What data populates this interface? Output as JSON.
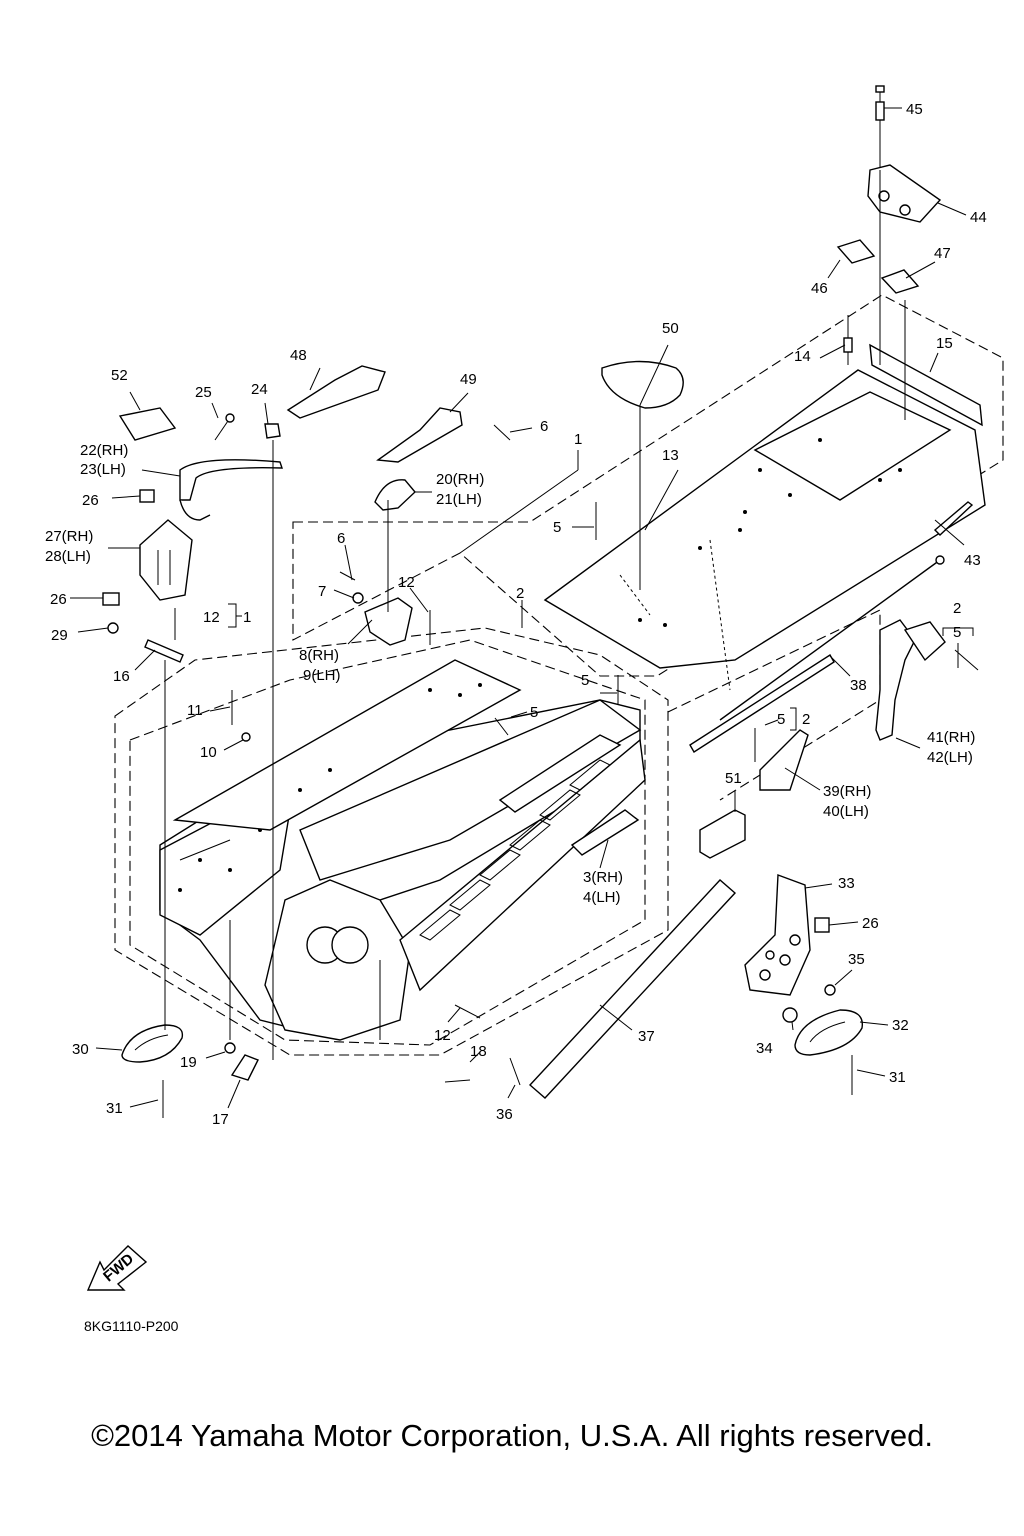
{
  "diagram": {
    "callouts": [
      {
        "id": "c45",
        "text": "45"
      },
      {
        "id": "c44",
        "text": "44"
      },
      {
        "id": "c47",
        "text": "47"
      },
      {
        "id": "c46",
        "text": "46"
      },
      {
        "id": "c50",
        "text": "50"
      },
      {
        "id": "c15",
        "text": "15"
      },
      {
        "id": "c14",
        "text": "14"
      },
      {
        "id": "c48",
        "text": "48"
      },
      {
        "id": "c52",
        "text": "52"
      },
      {
        "id": "c49",
        "text": "49"
      },
      {
        "id": "c25",
        "text": "25"
      },
      {
        "id": "c24",
        "text": "24"
      },
      {
        "id": "c6a",
        "text": "6"
      },
      {
        "id": "c1a",
        "text": "1"
      },
      {
        "id": "c13",
        "text": "13"
      },
      {
        "id": "c22",
        "text": "22(RH)"
      },
      {
        "id": "c23",
        "text": "23(LH)"
      },
      {
        "id": "c20",
        "text": "20(RH)"
      },
      {
        "id": "c21",
        "text": "21(LH)"
      },
      {
        "id": "c26a",
        "text": "26"
      },
      {
        "id": "c5a",
        "text": "5"
      },
      {
        "id": "c43",
        "text": "43"
      },
      {
        "id": "c27",
        "text": "27(RH)"
      },
      {
        "id": "c28",
        "text": "28(LH)"
      },
      {
        "id": "c6b",
        "text": "6"
      },
      {
        "id": "c7",
        "text": "7"
      },
      {
        "id": "c12a",
        "text": "12"
      },
      {
        "id": "c26b",
        "text": "26"
      },
      {
        "id": "c2a",
        "text": "2"
      },
      {
        "id": "c2b",
        "text": "2"
      },
      {
        "id": "c5b",
        "text": "5"
      },
      {
        "id": "c12b",
        "text": "12"
      },
      {
        "id": "c1b",
        "text": "1"
      },
      {
        "id": "c29",
        "text": "29"
      },
      {
        "id": "c8",
        "text": "8(RH)"
      },
      {
        "id": "c9",
        "text": "9(LH)"
      },
      {
        "id": "c16",
        "text": "16"
      },
      {
        "id": "c5c",
        "text": "5"
      },
      {
        "id": "c38",
        "text": "38"
      },
      {
        "id": "c11",
        "text": "11"
      },
      {
        "id": "c5d",
        "text": "5"
      },
      {
        "id": "c5e",
        "text": "5"
      },
      {
        "id": "c2c",
        "text": "2"
      },
      {
        "id": "c41",
        "text": "41(RH)"
      },
      {
        "id": "c42",
        "text": "42(LH)"
      },
      {
        "id": "c10",
        "text": "10"
      },
      {
        "id": "c51",
        "text": "51"
      },
      {
        "id": "c39",
        "text": "39(RH)"
      },
      {
        "id": "c40",
        "text": "40(LH)"
      },
      {
        "id": "c3",
        "text": "3(RH)"
      },
      {
        "id": "c4",
        "text": "4(LH)"
      },
      {
        "id": "c33",
        "text": "33"
      },
      {
        "id": "c26c",
        "text": "26"
      },
      {
        "id": "c35",
        "text": "35"
      },
      {
        "id": "c32",
        "text": "32"
      },
      {
        "id": "c12c",
        "text": "12"
      },
      {
        "id": "c37",
        "text": "37"
      },
      {
        "id": "c30",
        "text": "30"
      },
      {
        "id": "c34",
        "text": "34"
      },
      {
        "id": "c19",
        "text": "19"
      },
      {
        "id": "c18",
        "text": "18"
      },
      {
        "id": "c31a",
        "text": "31"
      },
      {
        "id": "c31b",
        "text": "31"
      },
      {
        "id": "c17",
        "text": "17"
      },
      {
        "id": "c36",
        "text": "36"
      }
    ],
    "fwd_label": "FWD",
    "drawing_code": "8KG1110-P200"
  },
  "footer": {
    "copyright": "©2014 Yamaha Motor Corporation, U.S.A. All rights reserved."
  }
}
